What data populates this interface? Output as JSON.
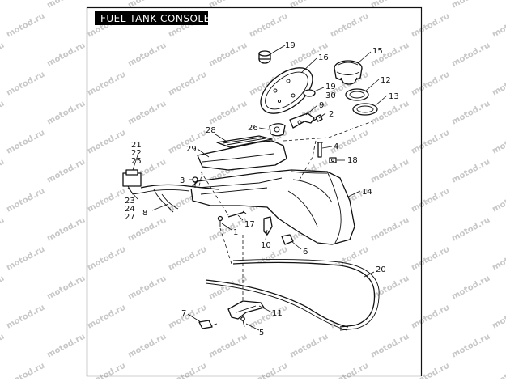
{
  "title": "FUEL  TANK CONSOLE",
  "watermark": "motod.ru",
  "colors": {
    "frame": "#111111",
    "title_bg": "#000000",
    "title_fg": "#ffffff",
    "watermark": "#c8c8c8"
  },
  "callouts": [
    "19",
    "16",
    "15",
    "12",
    "13",
    "19",
    "30",
    "9",
    "2",
    "26",
    "28",
    "21",
    "22",
    "25",
    "29",
    "4",
    "18",
    "3",
    "14",
    "23",
    "24",
    "27",
    "8",
    "17",
    "1",
    "10",
    "6",
    "20",
    "7",
    "11",
    "5"
  ]
}
